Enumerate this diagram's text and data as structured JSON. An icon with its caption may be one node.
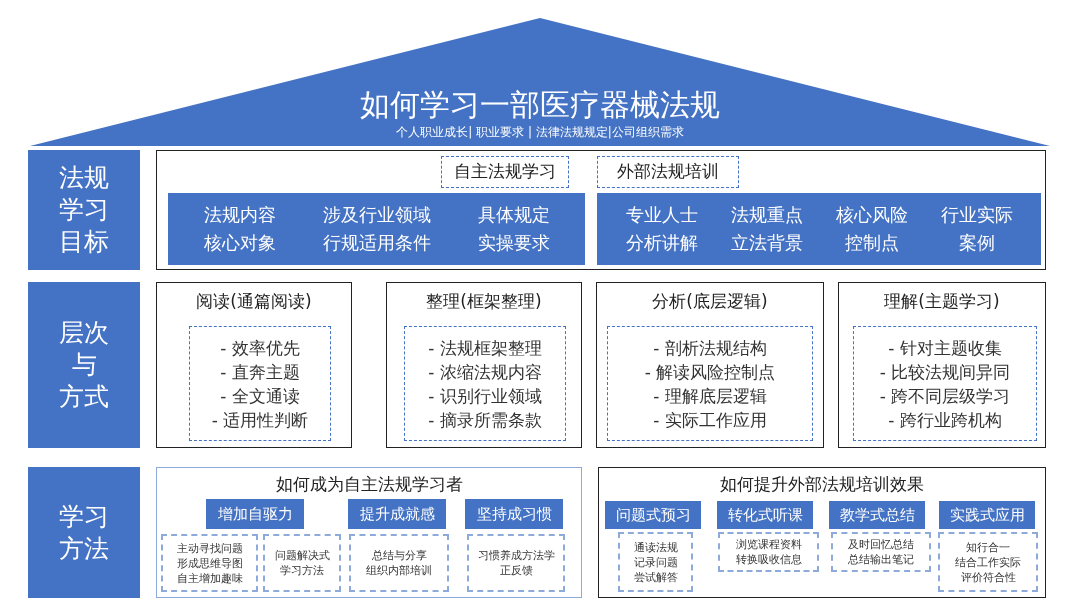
{
  "diagram": {
    "nodes": [
      {
        "text": [
          "如何学习一部医疗器械法规",
          "个人职业成长| 职业要求 | 法律法规规定|公司组织需求"
        ]
      },
      {
        "text": [
          "法规学习目标"
        ]
      },
      {
        "text": [],
        "shape": "box"
      },
      {
        "text": [
          "自主法规学习"
        ],
        "in": 2
      },
      {
        "text": [
          "外部法规培训"
        ],
        "in": 2
      },
      {
        "text": [
          "法规内容",
          "核心对象",
          "涉及行业领域",
          "行规适用条件",
          "具体规定",
          "实操要求"
        ],
        "in": 2
      },
      {
        "text": [
          "专业人士",
          "分析讲解",
          "法规重点",
          "立法背景",
          "核心风险",
          "控制点",
          "行业实际",
          "案例"
        ],
        "in": 2
      },
      {
        "text": [
          "层次与方式"
        ]
      },
      {
        "text": [
          "阅读(通篇阅读)"
        ]
      },
      {
        "text": [
          "- 效率优先",
          "- 直奔主题",
          "- 全文通读",
          "- 适用性判断"
        ],
        "in": 8
      },
      {
        "text": [
          "整理(框架整理)"
        ]
      },
      {
        "text": [
          "- 法规框架整理",
          "- 浓缩法规内容",
          "- 识别行业领域",
          "- 摘录所需条款"
        ],
        "in": 10
      },
      {
        "text": [
          "分析(底层逻辑)"
        ]
      },
      {
        "text": [
          "- 剖析法规结构",
          "- 解读风险控制点",
          "- 理解底层逻辑",
          "- 实际工作应用"
        ],
        "in": 12
      },
      {
        "text": [
          "理解(主题学习)"
        ]
      },
      {
        "text": [
          "- 针对主题收集",
          "- 比较法规间异同",
          "- 跨不同层级学习",
          "- 跨行业跨机构"
        ],
        "in": 14
      },
      {
        "text": [
          "学习方法"
        ]
      },
      {
        "text": [
          "如何成为自主法规学习者"
        ]
      },
      {
        "text": [
          "增加自驱力"
        ],
        "in": 17
      },
      {
        "text": [
          "提升成就感"
        ],
        "in": 17
      },
      {
        "text": [
          "坚持成习惯"
        ],
        "in": 17
      },
      {
        "text": [
          "主动寻找问题",
          "形成思维导图",
          "自主增加趣味"
        ],
        "in": 17
      },
      {
        "text": [
          "问题解决式学习方法"
        ],
        "in": 17
      },
      {
        "text": [
          "总结与分享",
          "组织内部培训"
        ],
        "in": 17
      },
      {
        "text": [
          "习惯养成方法学正反馈"
        ],
        "in": 17
      },
      {
        "text": [
          "如何提升外部法规培训效果"
        ]
      },
      {
        "text": [
          "问题式预习"
        ],
        "in": 25
      },
      {
        "text": [
          "转化式听课"
        ],
        "in": 25
      },
      {
        "text": [
          "教学式总结"
        ],
        "in": 25
      },
      {
        "text": [
          "实践式应用"
        ],
        "in": 25
      },
      {
        "text": [
          "通读法规",
          "记录问题",
          "尝试解答"
        ],
        "in": 25
      },
      {
        "text": [
          "浏览课程资料",
          "转换吸收信息"
        ],
        "in": 25
      },
      {
        "text": [
          "及时回忆总结",
          "总结输出笔记"
        ],
        "in": 25
      },
      {
        "text": [
          "知行合一",
          "结合工作实际",
          "评价符合性"
        ],
        "in": 25
      }
    ]
  }
}
